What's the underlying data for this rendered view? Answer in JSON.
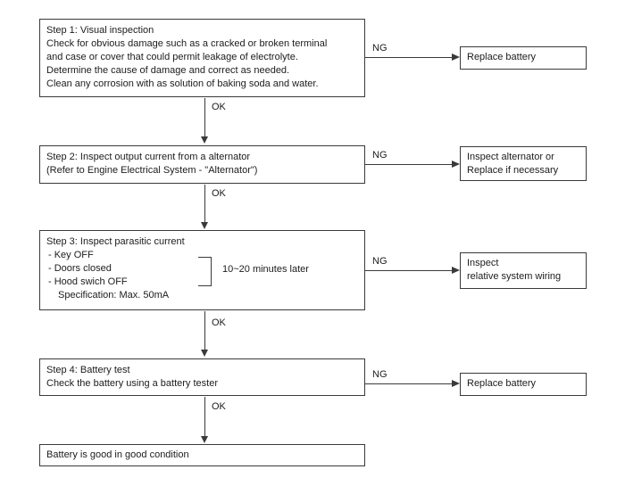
{
  "flowchart": {
    "steps": [
      {
        "lines": [
          "Step 1: Visual inspection",
          "Check for obvious damage such as a cracked or broken terminal",
          "and case or cover that could permit leakage of electrolyte.",
          "Determine the cause of damage and correct as needed.",
          "Clean any corrosion with as solution of baking soda and water."
        ],
        "ng_label": "NG",
        "ng_result": [
          "Replace battery"
        ],
        "ok_label": "OK"
      },
      {
        "lines": [
          "Step 2: Inspect output current from a alternator",
          "(Refer to Engine Electrical System - \"Alternator\")"
        ],
        "ng_label": "NG",
        "ng_result": [
          "Inspect alternator or",
          "Replace if necessary"
        ],
        "ok_label": "OK"
      },
      {
        "lines": [
          "Step 3: Inspect parasitic current",
          "- Key OFF",
          "- Doors closed",
          "- Hood swich OFF",
          "Specification: Max. 50mA"
        ],
        "bracket_note": "10~20 minutes later",
        "ng_label": "NG",
        "ng_result": [
          "Inspect",
          "relative system wiring"
        ],
        "ok_label": "OK"
      },
      {
        "lines": [
          "Step 4: Battery test",
          "Check the battery using a battery tester"
        ],
        "ng_label": "NG",
        "ng_result": [
          "Replace battery"
        ],
        "ok_label": "OK"
      }
    ],
    "final_result": "Battery is good in good condition",
    "colors": {
      "line": "#3a3a3a",
      "text": "#1c1c1c",
      "background": "#ffffff"
    }
  }
}
